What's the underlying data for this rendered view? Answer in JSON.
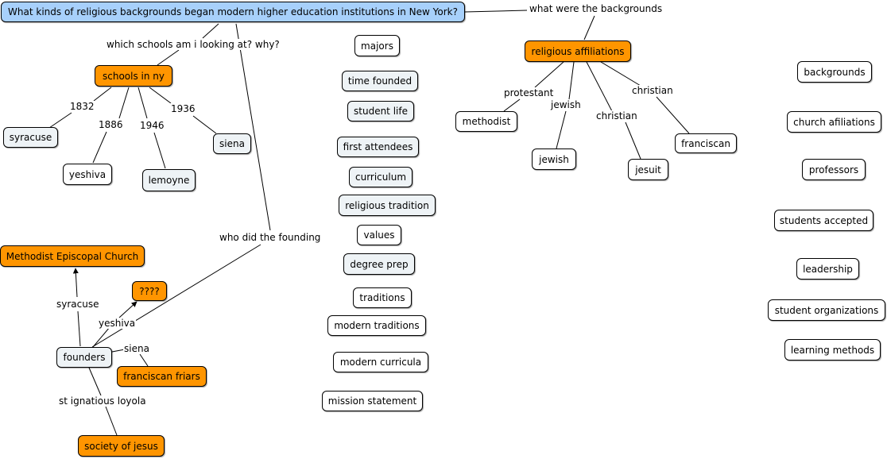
{
  "colors": {
    "title_node": "#a7d0fb",
    "highlight_node": "#ff9500",
    "plain_node": "#ffffff",
    "light_node": "#eef3f6",
    "line": "#000000"
  },
  "title_question": "What kinds of religious backgrounds began modern higher education institutions in New York?",
  "schools": {
    "hub": "schools in ny",
    "list": [
      {
        "name": "syracuse",
        "year": "1832"
      },
      {
        "name": "yeshiva",
        "year": "1886"
      },
      {
        "name": "lemoyne",
        "year": "1946"
      },
      {
        "name": "siena",
        "year": "1936"
      }
    ]
  },
  "founders": {
    "hub": "founders",
    "methodist_church": "Methodist Episcopal Church",
    "unknown": "????",
    "friars": "franciscan friars",
    "society": "society of jesus",
    "link_syracuse": "syracuse",
    "link_yeshiva": "yeshiva",
    "link_siena": "siena",
    "link_loyola": "st ignatious loyola"
  },
  "religion": {
    "hub": "religious affiliations",
    "nodes": [
      "methodist",
      "jewish",
      "jesuit",
      "franciscan"
    ],
    "links": [
      "protestant",
      "jewish",
      "christian",
      "christian"
    ]
  },
  "link_labels": {
    "which_schools": "which schools am i looking at? why?",
    "who_founding": "who did the founding",
    "backgrounds": "what were the backgrounds"
  },
  "topics_middle": [
    "majors",
    "time founded",
    "student life",
    "first attendees",
    "curriculum",
    "religious tradition",
    "values",
    "degree prep",
    "traditions",
    "modern traditions",
    "modern curricula",
    "mission statement"
  ],
  "topics_right": [
    "backgrounds",
    "church afiliations",
    "professors",
    "students accepted",
    "leadership",
    "student organizations",
    "learning methods"
  ]
}
